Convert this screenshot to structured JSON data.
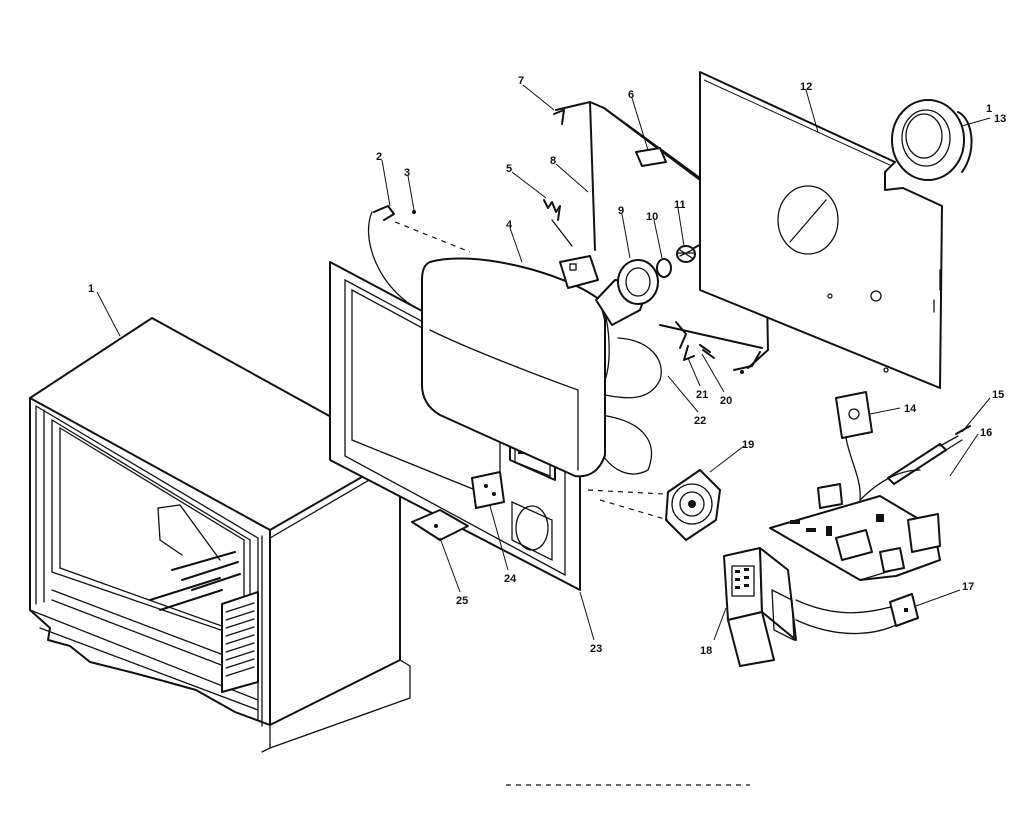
{
  "callouts": [
    {
      "id": "1",
      "text": "1"
    },
    {
      "id": "2",
      "text": "2"
    },
    {
      "id": "3",
      "text": "3"
    },
    {
      "id": "4",
      "text": "4"
    },
    {
      "id": "5",
      "text": "5"
    },
    {
      "id": "6",
      "text": "6"
    },
    {
      "id": "7",
      "text": "7"
    },
    {
      "id": "8",
      "text": "8"
    },
    {
      "id": "9",
      "text": "9"
    },
    {
      "id": "10",
      "text": "10"
    },
    {
      "id": "11",
      "text": "11"
    },
    {
      "id": "12",
      "text": "12"
    },
    {
      "id": "13",
      "text": "13"
    },
    {
      "id": "13b",
      "text": "1"
    },
    {
      "id": "14",
      "text": "14"
    },
    {
      "id": "15",
      "text": "15"
    },
    {
      "id": "16",
      "text": "16"
    },
    {
      "id": "17",
      "text": "17"
    },
    {
      "id": "18",
      "text": "18"
    },
    {
      "id": "19",
      "text": "19"
    },
    {
      "id": "20",
      "text": "20"
    },
    {
      "id": "21",
      "text": "21"
    },
    {
      "id": "22",
      "text": "22"
    },
    {
      "id": "23",
      "text": "23"
    },
    {
      "id": "24",
      "text": "24"
    },
    {
      "id": "25",
      "text": "25"
    }
  ]
}
